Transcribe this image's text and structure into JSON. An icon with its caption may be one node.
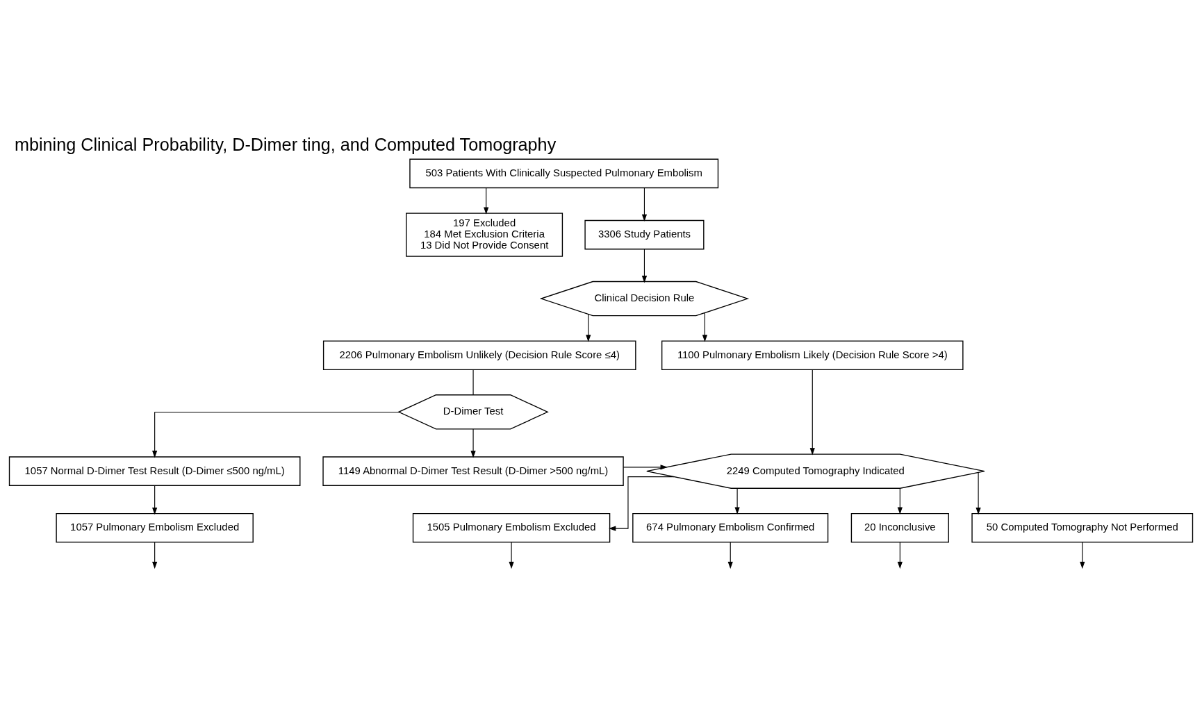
{
  "diagram": {
    "title": "mbining Clinical Probability, D-Dimer ting, and Computed Tomography",
    "nodes": [
      {
        "text": [
          "503 Patients With Clinically Suspected Pulmonary Embolism"
        ]
      },
      {
        "text": [
          "197 Excluded",
          "184 Met Exclusion Criteria",
          "13 Did Not Provide Consent"
        ]
      },
      {
        "text": [
          "3306 Study Patients"
        ]
      },
      {
        "text": [
          "Clinical Decision Rule"
        ]
      },
      {
        "text": [
          "2206 Pulmonary Embolism Unlikely (Decision Rule Score ≤4)"
        ]
      },
      {
        "text": [
          "1100 Pulmonary Embolism Likely (Decision Rule Score >4)"
        ]
      },
      {
        "text": [
          "D-Dimer Test"
        ]
      },
      {
        "text": [
          "1057 Normal D-Dimer Test Result (D-Dimer ≤500 ng/mL)"
        ]
      },
      {
        "text": [
          "1149 Abnormal D-Dimer Test Result (D-Dimer >500 ng/mL)"
        ]
      },
      {
        "text": [
          "2249 Computed Tomography Indicated"
        ]
      },
      {
        "text": [
          "1057 Pulmonary Embolism Excluded"
        ]
      },
      {
        "text": [
          "1505 Pulmonary Embolism Excluded"
        ]
      },
      {
        "text": [
          "674 Pulmonary Embolism Confirmed"
        ]
      },
      {
        "text": [
          "20 Inconclusive"
        ]
      },
      {
        "text": [
          "50 Computed Tomography Not Performed"
        ]
      }
    ],
    "edges": [
      {
        "from": 0,
        "to": 1,
        "arrow": "to"
      },
      {
        "from": 0,
        "to": 2,
        "arrow": "to"
      },
      {
        "from": 2,
        "to": 3,
        "arrow": "to"
      },
      {
        "from": 3,
        "to": 4,
        "arrow": "to"
      },
      {
        "from": 3,
        "to": 5,
        "arrow": "to"
      },
      {
        "from": 4,
        "to": 6,
        "arrow": "none"
      },
      {
        "from": 6,
        "to": 7,
        "arrow": "to"
      },
      {
        "from": 6,
        "to": 8,
        "arrow": "to"
      },
      {
        "from": 5,
        "to": 9,
        "arrow": "to"
      },
      {
        "from": 8,
        "to": 9,
        "arrow": "to"
      },
      {
        "from": 7,
        "to": 10,
        "arrow": "to"
      },
      {
        "from": 9,
        "to": 11,
        "arrow": "to"
      },
      {
        "from": 9,
        "to": 12,
        "arrow": "to"
      },
      {
        "from": 9,
        "to": 13,
        "arrow": "to"
      },
      {
        "from": 9,
        "to": 14,
        "arrow": "to"
      },
      {
        "from": 10,
        "to": null,
        "arrow": "to"
      },
      {
        "from": 11,
        "to": null,
        "arrow": "to"
      },
      {
        "from": 12,
        "to": null,
        "arrow": "to"
      },
      {
        "from": 13,
        "to": null,
        "arrow": "to"
      },
      {
        "from": 14,
        "to": null,
        "arrow": "to"
      }
    ]
  }
}
